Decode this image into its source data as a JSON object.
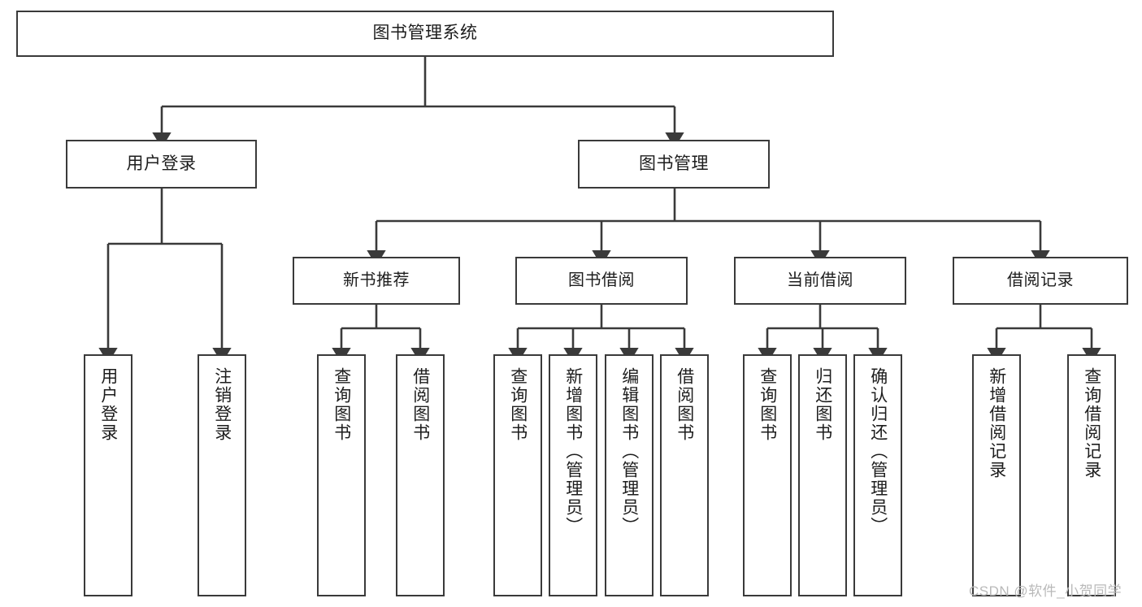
{
  "diagram": {
    "type": "tree",
    "title": "图书管理系统",
    "orientation": "top-down",
    "root": {
      "id": "root",
      "label": "图书管理系统"
    },
    "level1": [
      {
        "id": "user-login",
        "label": "用户登录"
      },
      {
        "id": "book-manage",
        "label": "图书管理"
      }
    ],
    "level2": [
      {
        "id": "new-book-rec",
        "label": "新书推荐",
        "parent": "book-manage"
      },
      {
        "id": "book-borrow",
        "label": "图书借阅",
        "parent": "book-manage"
      },
      {
        "id": "current-borrow",
        "label": "当前借阅",
        "parent": "book-manage"
      },
      {
        "id": "borrow-record",
        "label": "借阅记录",
        "parent": "book-manage"
      }
    ],
    "leaves": [
      {
        "id": "leaf-user-login",
        "label": "用户登录",
        "parent": "user-login"
      },
      {
        "id": "leaf-logout",
        "label": "注销登录",
        "parent": "user-login"
      },
      {
        "id": "leaf-query-book-1",
        "label": "查询图书",
        "parent": "new-book-rec"
      },
      {
        "id": "leaf-borrow-book-1",
        "label": "借阅图书",
        "parent": "new-book-rec"
      },
      {
        "id": "leaf-query-book-2",
        "label": "查询图书",
        "parent": "book-borrow"
      },
      {
        "id": "leaf-add-book",
        "label": "新增图书（管理员）",
        "parent": "book-borrow"
      },
      {
        "id": "leaf-edit-book",
        "label": "编辑图书（管理员）",
        "parent": "book-borrow"
      },
      {
        "id": "leaf-borrow-book-2",
        "label": "借阅图书",
        "parent": "book-borrow"
      },
      {
        "id": "leaf-query-book-3",
        "label": "查询图书",
        "parent": "current-borrow"
      },
      {
        "id": "leaf-return-book",
        "label": "归还图书",
        "parent": "current-borrow"
      },
      {
        "id": "leaf-confirm-return",
        "label": "确认归还（管理员）",
        "parent": "current-borrow"
      },
      {
        "id": "leaf-add-record",
        "label": "新增借阅记录",
        "parent": "borrow-record"
      },
      {
        "id": "leaf-query-record",
        "label": "查询借阅记录",
        "parent": "borrow-record"
      }
    ]
  },
  "watermark": {
    "text": "CSDN @软件_小贺同学"
  },
  "colors": {
    "box_border": "#3a3a3a",
    "box_fill": "#ffffff",
    "connector": "#3a3a3a",
    "text": "#1d1d1d",
    "watermark": "#b9b9b9"
  }
}
